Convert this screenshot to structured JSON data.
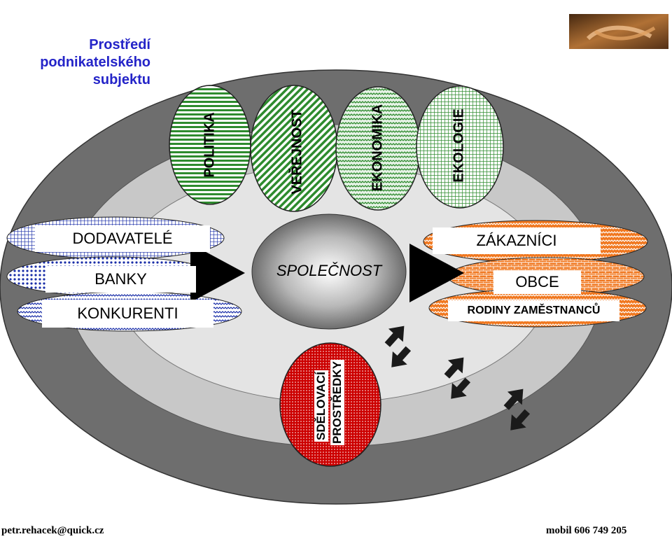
{
  "title": {
    "line1": "Prostředí",
    "line2": "podnikatelského",
    "line3": "subjektu"
  },
  "top_spheres": [
    "POLITIKA",
    "VEŘEJNOST",
    "EKONOMIKA",
    "EKOLOGIE"
  ],
  "left_groups": [
    "DODAVATELÉ",
    "BANKY",
    "KONKURENTI"
  ],
  "center": "SPOLEČNOST",
  "right_groups": [
    "ZÁKAZNÍCI",
    "OBCE",
    "RODINY ZAMĚSTNANCŮ"
  ],
  "media": {
    "line1": "SDĚLOVACÍ",
    "line2": "PROSTŘEDKY"
  },
  "footer": {
    "email": "petr.rehacek@quick.cz",
    "phone": "mobil 606 749 205"
  },
  "image": "handshake-photo",
  "colors": {
    "title_blue": "#2424c8",
    "outer_ring": "#6e6e6e",
    "middle_ring": "#c8c8c8",
    "inner_ring": "#e8e8e8",
    "sphere_green": "#2e8b2e",
    "left_blue": "#1a2ea8",
    "right_orange": "#f07820",
    "media_red": "#cc0000"
  }
}
